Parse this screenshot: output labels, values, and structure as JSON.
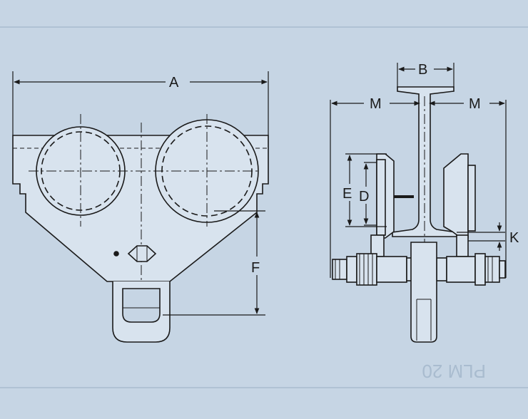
{
  "labels": {
    "A": "A",
    "B": "B",
    "M_left": "M",
    "M_right": "M",
    "E": "E",
    "D": "D",
    "F": "F",
    "K": "K"
  },
  "background_watermark": "PLM 20",
  "colors": {
    "background": "#c6d5e4",
    "line": "#1a1a1a",
    "part_fill": "#d8e3ee"
  }
}
